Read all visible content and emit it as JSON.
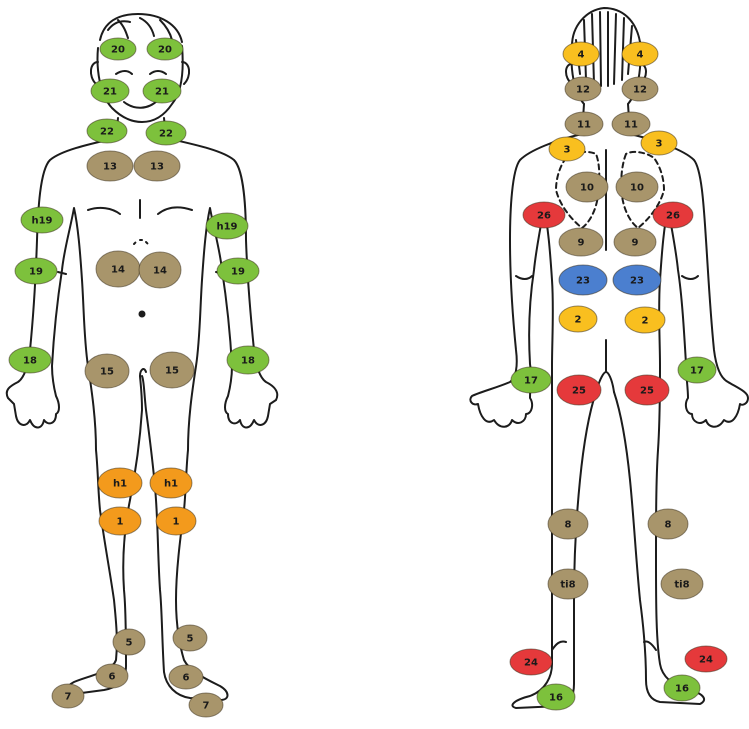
{
  "colors": {
    "green": "#7dc13c",
    "tan": "#a8956b",
    "orange": "#f39a1c",
    "yellow": "#f9bf1f",
    "red": "#e5393b",
    "blue": "#4b7fcf",
    "outline": "#1c1c1c"
  },
  "front_markers": [
    {
      "name": "front-20-left",
      "label": "20",
      "color": "green"
    },
    {
      "name": "front-20-right",
      "label": "20",
      "color": "green"
    },
    {
      "name": "front-21-left",
      "label": "21",
      "color": "green"
    },
    {
      "name": "front-21-right",
      "label": "21",
      "color": "green"
    },
    {
      "name": "front-22-left",
      "label": "22",
      "color": "green"
    },
    {
      "name": "front-22-right",
      "label": "22",
      "color": "green"
    },
    {
      "name": "front-13-left",
      "label": "13",
      "color": "tan"
    },
    {
      "name": "front-13-right",
      "label": "13",
      "color": "tan"
    },
    {
      "name": "front-h19-left",
      "label": "h19",
      "color": "green"
    },
    {
      "name": "front-h19-right",
      "label": "h19",
      "color": "green"
    },
    {
      "name": "front-19-left",
      "label": "19",
      "color": "green"
    },
    {
      "name": "front-19-right",
      "label": "19",
      "color": "green"
    },
    {
      "name": "front-14-left",
      "label": "14",
      "color": "tan"
    },
    {
      "name": "front-14-right",
      "label": "14",
      "color": "tan"
    },
    {
      "name": "front-18-left",
      "label": "18",
      "color": "green"
    },
    {
      "name": "front-18-right",
      "label": "18",
      "color": "green"
    },
    {
      "name": "front-15-left",
      "label": "15",
      "color": "tan"
    },
    {
      "name": "front-15-right",
      "label": "15",
      "color": "tan"
    },
    {
      "name": "front-h1-left",
      "label": "h1",
      "color": "orange"
    },
    {
      "name": "front-h1-right",
      "label": "h1",
      "color": "orange"
    },
    {
      "name": "front-1-left",
      "label": "1",
      "color": "orange"
    },
    {
      "name": "front-1-right",
      "label": "1",
      "color": "orange"
    },
    {
      "name": "front-5-left",
      "label": "5",
      "color": "tan"
    },
    {
      "name": "front-5-right",
      "label": "5",
      "color": "tan"
    },
    {
      "name": "front-6-left",
      "label": "6",
      "color": "tan"
    },
    {
      "name": "front-6-right",
      "label": "6",
      "color": "tan"
    },
    {
      "name": "front-7-left",
      "label": "7",
      "color": "tan"
    },
    {
      "name": "front-7-right",
      "label": "7",
      "color": "tan"
    }
  ],
  "back_markers": [
    {
      "name": "back-4-left",
      "label": "4",
      "color": "yellow"
    },
    {
      "name": "back-4-right",
      "label": "4",
      "color": "yellow"
    },
    {
      "name": "back-12-left",
      "label": "12",
      "color": "tan"
    },
    {
      "name": "back-12-right",
      "label": "12",
      "color": "tan"
    },
    {
      "name": "back-11-left",
      "label": "11",
      "color": "tan"
    },
    {
      "name": "back-11-right",
      "label": "11",
      "color": "tan"
    },
    {
      "name": "back-3-left",
      "label": "3",
      "color": "yellow"
    },
    {
      "name": "back-3-right",
      "label": "3",
      "color": "yellow"
    },
    {
      "name": "back-10-left",
      "label": "10",
      "color": "tan"
    },
    {
      "name": "back-10-right",
      "label": "10",
      "color": "tan"
    },
    {
      "name": "back-26-left",
      "label": "26",
      "color": "red"
    },
    {
      "name": "back-26-right",
      "label": "26",
      "color": "red"
    },
    {
      "name": "back-9-left",
      "label": "9",
      "color": "tan"
    },
    {
      "name": "back-9-right",
      "label": "9",
      "color": "tan"
    },
    {
      "name": "back-23-left",
      "label": "23",
      "color": "blue"
    },
    {
      "name": "back-23-right",
      "label": "23",
      "color": "blue"
    },
    {
      "name": "back-2-left",
      "label": "2",
      "color": "yellow"
    },
    {
      "name": "back-2-right",
      "label": "2",
      "color": "yellow"
    },
    {
      "name": "back-17-left",
      "label": "17",
      "color": "green"
    },
    {
      "name": "back-17-right",
      "label": "17",
      "color": "green"
    },
    {
      "name": "back-25-left",
      "label": "25",
      "color": "red"
    },
    {
      "name": "back-25-right",
      "label": "25",
      "color": "red"
    },
    {
      "name": "back-8-left",
      "label": "8",
      "color": "tan"
    },
    {
      "name": "back-8-right",
      "label": "8",
      "color": "tan"
    },
    {
      "name": "back-ti8-left",
      "label": "ti8",
      "color": "tan"
    },
    {
      "name": "back-ti8-right",
      "label": "ti8",
      "color": "tan"
    },
    {
      "name": "back-24-left",
      "label": "24",
      "color": "red"
    },
    {
      "name": "back-24-right",
      "label": "24",
      "color": "red"
    },
    {
      "name": "back-16-left",
      "label": "16",
      "color": "green"
    },
    {
      "name": "back-16-right",
      "label": "16",
      "color": "green"
    }
  ]
}
